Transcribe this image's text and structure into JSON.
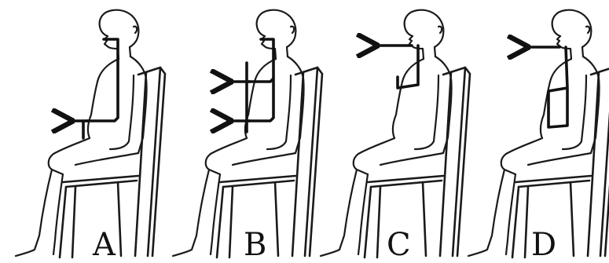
{
  "palette": {
    "stroke": "#1a1a1a",
    "arrow": "#111111",
    "background": "#ffffff"
  },
  "panels": [
    {
      "letter": "A",
      "arrows": [
        "belly-left"
      ]
    },
    {
      "letter": "B",
      "arrows": [
        "chest-left",
        "belly-left"
      ]
    },
    {
      "letter": "C",
      "arrows": [
        "mouth-left"
      ]
    },
    {
      "letter": "D",
      "arrows": [
        "mouth-left"
      ]
    }
  ]
}
